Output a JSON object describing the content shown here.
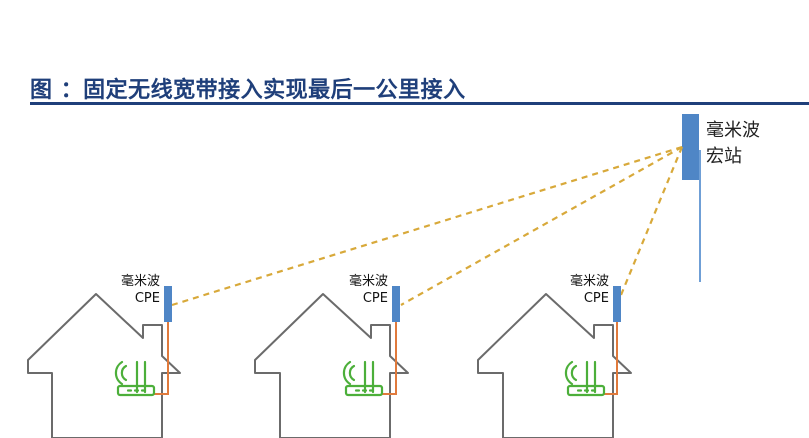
{
  "title": "图 ：固定无线宽带接入实现最后一公里接入",
  "base_station": {
    "line1": "毫米波",
    "line2": "宏站"
  },
  "houses": [
    {
      "cpe_line1": "毫米波",
      "cpe_line2": "CPE"
    },
    {
      "cpe_line1": "毫米波",
      "cpe_line2": "CPE"
    },
    {
      "cpe_line1": "毫米波",
      "cpe_line2": "CPE"
    }
  ],
  "colors": {
    "title": "#1f3f7a",
    "house_outline": "#6b6b6b",
    "antenna": "#4f86c6",
    "link": "#d8a93a",
    "cable": "#e07a3c",
    "router": "#4caf3a"
  }
}
